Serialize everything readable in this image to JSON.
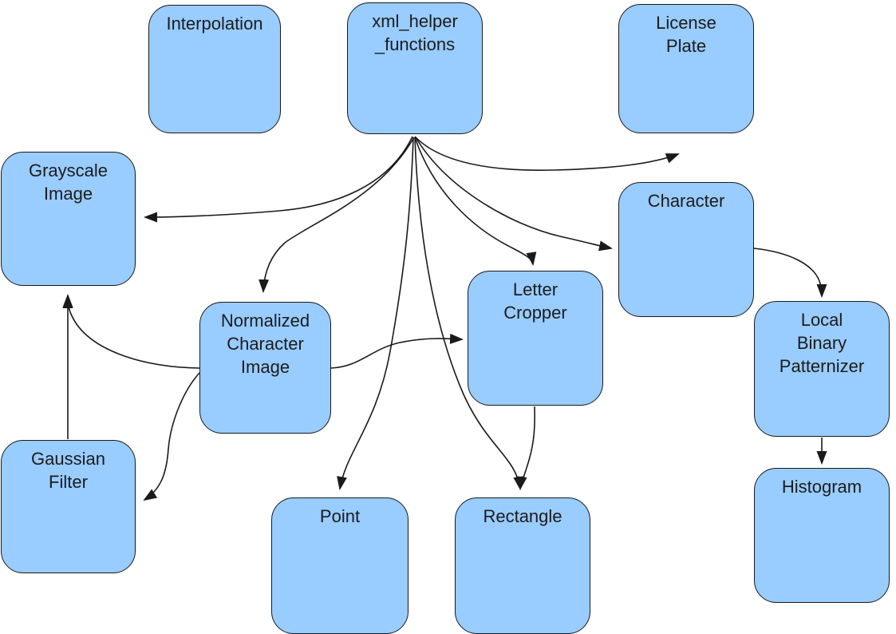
{
  "diagram": {
    "type": "dependency-graph",
    "background_color": "#ffffff",
    "node_fill_color": "#99ccff",
    "node_border_color": "#1a1a1a",
    "edge_color": "#1a1a1a",
    "nodes": [
      {
        "id": "interpolation",
        "label": "Interpolation"
      },
      {
        "id": "xml_helper_functions",
        "label": "xml_helper\n_functions"
      },
      {
        "id": "license_plate",
        "label": "License\nPlate"
      },
      {
        "id": "grayscale_image",
        "label": "Grayscale\nImage"
      },
      {
        "id": "character",
        "label": "Character"
      },
      {
        "id": "normalized_character_image",
        "label": "Normalized\nCharacter\nImage"
      },
      {
        "id": "letter_cropper",
        "label": "Letter\nCropper"
      },
      {
        "id": "local_binary_patternizer",
        "label": "Local\nBinary\nPatternizer"
      },
      {
        "id": "gaussian_filter",
        "label": "Gaussian\nFilter"
      },
      {
        "id": "point",
        "label": "Point"
      },
      {
        "id": "rectangle",
        "label": "Rectangle"
      },
      {
        "id": "histogram",
        "label": "Histogram"
      }
    ],
    "edges": [
      {
        "from": "xml_helper_functions",
        "to": "license_plate"
      },
      {
        "from": "xml_helper_functions",
        "to": "grayscale_image"
      },
      {
        "from": "xml_helper_functions",
        "to": "normalized_character_image"
      },
      {
        "from": "xml_helper_functions",
        "to": "letter_cropper"
      },
      {
        "from": "xml_helper_functions",
        "to": "character"
      },
      {
        "from": "xml_helper_functions",
        "to": "point"
      },
      {
        "from": "xml_helper_functions",
        "to": "rectangle"
      },
      {
        "from": "normalized_character_image",
        "to": "grayscale_image"
      },
      {
        "from": "normalized_character_image",
        "to": "gaussian_filter"
      },
      {
        "from": "normalized_character_image",
        "to": "letter_cropper"
      },
      {
        "from": "gaussian_filter",
        "to": "grayscale_image"
      },
      {
        "from": "letter_cropper",
        "to": "rectangle"
      },
      {
        "from": "character",
        "to": "local_binary_patternizer"
      },
      {
        "from": "local_binary_patternizer",
        "to": "histogram"
      }
    ]
  }
}
